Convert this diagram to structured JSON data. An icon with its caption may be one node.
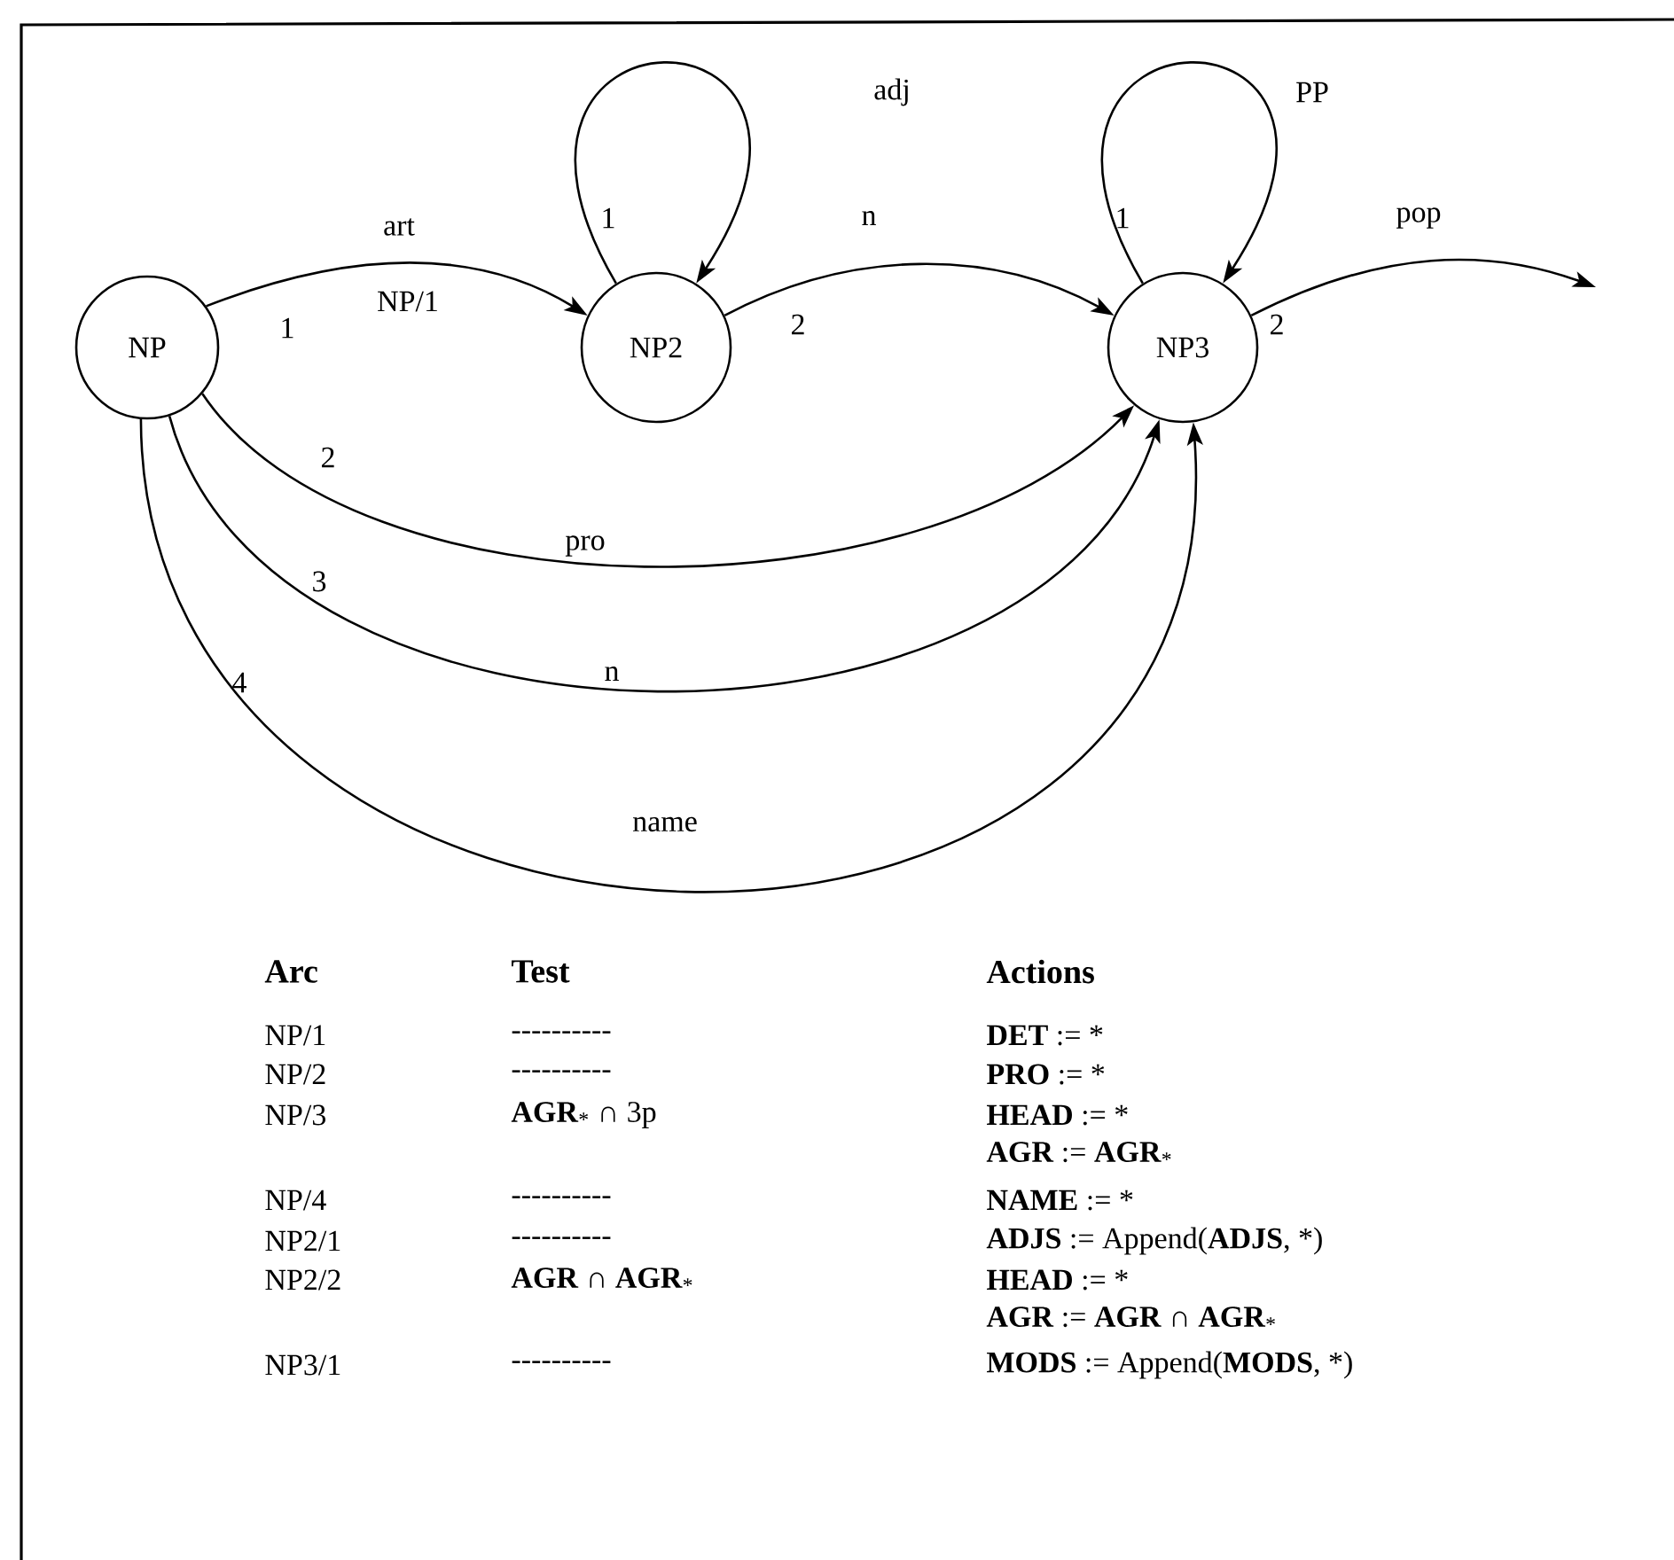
{
  "diagram": {
    "nodes": [
      {
        "text": [
          "NP"
        ]
      },
      {
        "text": [
          "NP2"
        ]
      },
      {
        "text": [
          "NP3"
        ]
      }
    ],
    "edges": [
      {
        "from": 0,
        "to": 1,
        "arrow": "to",
        "label": "art"
      },
      {
        "from": 1,
        "to": 1,
        "arrow": "to",
        "label": "adj"
      },
      {
        "from": 1,
        "to": 2,
        "arrow": "to",
        "label": "n"
      },
      {
        "from": 2,
        "to": 2,
        "arrow": "to",
        "label": "PP"
      },
      {
        "from": 2,
        "to": null,
        "arrow": "to",
        "label": "pop"
      },
      {
        "from": 0,
        "to": 2,
        "arrow": "to",
        "label": "pro"
      },
      {
        "from": 0,
        "to": 2,
        "arrow": "to",
        "label": "n"
      },
      {
        "from": 0,
        "to": 2,
        "arrow": "to",
        "label": "name"
      }
    ],
    "labels": [
      "1",
      "NP/1",
      "1",
      "2",
      "1",
      "2",
      "2",
      "3",
      "4",
      "Arc",
      "Test",
      "Actions",
      "NP/1",
      "----------",
      "**DET** := *",
      "NP/2",
      "----------",
      "**PRO** := *",
      "NP/3",
      "**AGR**$_{*}$ ∩ 3p",
      "**HEAD** := *",
      "**AGR** := **AGR**$_{*}$",
      "NP/4",
      "----------",
      "**NAME** := *",
      "NP2/1",
      "----------",
      "**ADJS** := Append(**ADJS**, *)",
      "NP2/2",
      "**AGR** ∩ **AGR**$_{*}$",
      "**HEAD** := *",
      "**AGR** := **AGR** ∩ **AGR**$_{*}$",
      "NP3/1",
      "----------",
      "**MODS** := Append(**MODS**, *)"
    ]
  }
}
